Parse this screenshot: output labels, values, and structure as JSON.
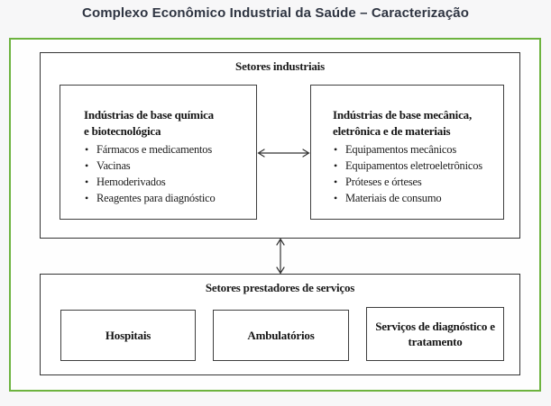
{
  "page_title": "Complexo Econômico Industrial da Saúde – Caracterização",
  "colors": {
    "accent_green": "#6db33f",
    "page_background": "#f7f7f8",
    "title_color": "#2f3542",
    "box_border": "#3f3f3f"
  },
  "diagram": {
    "industrial": {
      "title": "Setores industriais",
      "left_box": {
        "heading_line1": "Indústrias de base química",
        "heading_line2": "e biotecnológica",
        "items": [
          "Fármacos e medicamentos",
          "Vacinas",
          "Hemoderivados",
          "Reagentes para diagnóstico"
        ]
      },
      "right_box": {
        "heading_line1": "Indústrias de base mecânica,",
        "heading_line2": "eletrônica e de materiais",
        "items": [
          "Equipamentos mecânicos",
          "Equipamentos eletroeletrônicos",
          "Próteses e órteses",
          "Materiais de consumo"
        ]
      }
    },
    "services": {
      "title": "Setores prestadores de serviços",
      "boxes": [
        "Hospitais",
        "Ambulatórios",
        "Serviços de diagnóstico e tratamento"
      ]
    },
    "arrows": [
      "horizontal-double-arrow-between-industrial-boxes",
      "vertical-double-arrow-industrial-to-services"
    ]
  }
}
